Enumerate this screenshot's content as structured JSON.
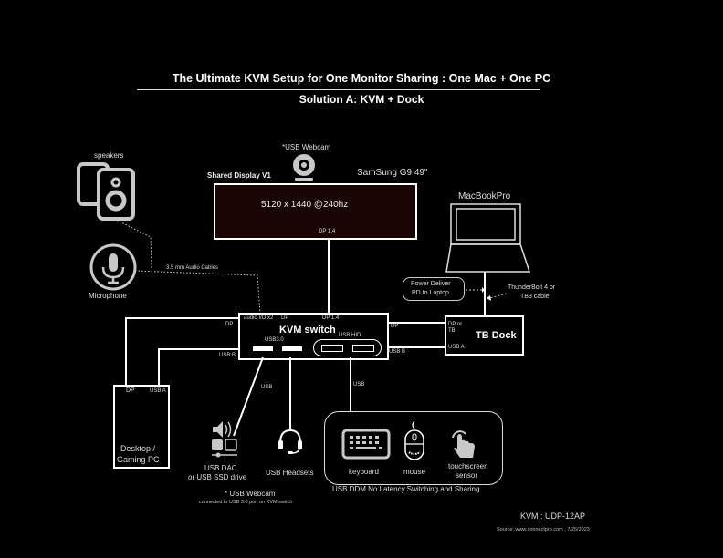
{
  "header": {
    "title": "The Ultimate KVM Setup for One Monitor Sharing  : One Mac + One PC",
    "subtitle": "Solution A: KVM + Dock"
  },
  "webcam_top": {
    "label": "*USB Webcam"
  },
  "display": {
    "name": "Shared Display V1",
    "model": "SamSung G9 49\"",
    "resolution": "5120 x 1440 @240hz",
    "port": "DP 1.4"
  },
  "audio": {
    "speakers_label": "speakers",
    "microphone_label": "Microphone",
    "cable_label": "3.5 mm Audio Cables"
  },
  "macbook": {
    "label": "MacBookPro",
    "power_delivery": [
      "Power Deliver",
      "PD to Laptop"
    ],
    "cable": [
      "ThunderBolt 4 or",
      "TB3 cable"
    ]
  },
  "kvm": {
    "title": "KVM switch",
    "audio_port": "audio I/O x2",
    "dp_port": "DP",
    "dp14_port": "DP 1.4",
    "usb3_label": "USB3.0",
    "usb_hid_label": "USB HID",
    "left_dp": "DP",
    "left_usbb": "USB B",
    "right_dp": "DP",
    "right_usbb": "USB B"
  },
  "dock": {
    "title": "TB Dock",
    "port_dp": [
      "DP or",
      "TB"
    ],
    "port_usba": "USB A"
  },
  "pc": {
    "label": [
      "Desktop /",
      "Gaming PC"
    ],
    "port_dp": "DP",
    "port_usba": "USB A"
  },
  "peripherals": {
    "usb_label_1": "USB",
    "usb_label_2": "USB",
    "dac_label": [
      "USB DAC",
      "or USB SSD drive"
    ],
    "headsets_label": "USB Headsets",
    "keyboard_label": "keyboard",
    "mouse_label": "mouse",
    "touch_label": [
      "touchscreen",
      "sensor"
    ],
    "hid_caption": "USB DDM No Latency Switching and Sharing"
  },
  "notes": {
    "webcam_note": "* USB Webcam",
    "webcam_detail": "connected to USB 3.0 port on KVM switch",
    "kvm_model": "KVM : UDP-12AP",
    "source": "Source: www.connectpro.com , 7/25/2023"
  },
  "colors": {
    "background": "#000000",
    "display_fill": "#1a0505",
    "line": "#ffffff",
    "icon_gray": "#c8c8c8"
  }
}
